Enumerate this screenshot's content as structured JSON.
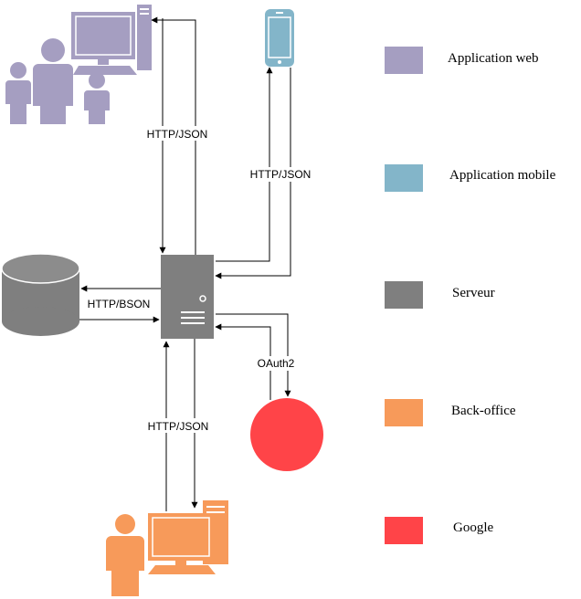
{
  "edges": {
    "web_server": "HTTP/JSON",
    "mobile_server": "HTTP/JSON",
    "db_server": "HTTP/BSON",
    "google_server": "OAuth2",
    "backoffice_server": "HTTP/JSON"
  },
  "legend": [
    {
      "label": "Application web",
      "color": "#A59EC1"
    },
    {
      "label": "Application mobile",
      "color": "#83B5C9"
    },
    {
      "label": "Serveur",
      "color": "#7F7F7F"
    },
    {
      "label": "Back-office",
      "color": "#F79A5A"
    },
    {
      "label": "Google",
      "color": "#FF4448"
    }
  ],
  "icons": {
    "web": "web-users-computer-icon",
    "mobile": "smartphone-icon",
    "server": "server-tower-icon",
    "database": "database-cylinder-icon",
    "google": "google-circle-icon",
    "backoffice": "backoffice-user-computer-icon"
  }
}
